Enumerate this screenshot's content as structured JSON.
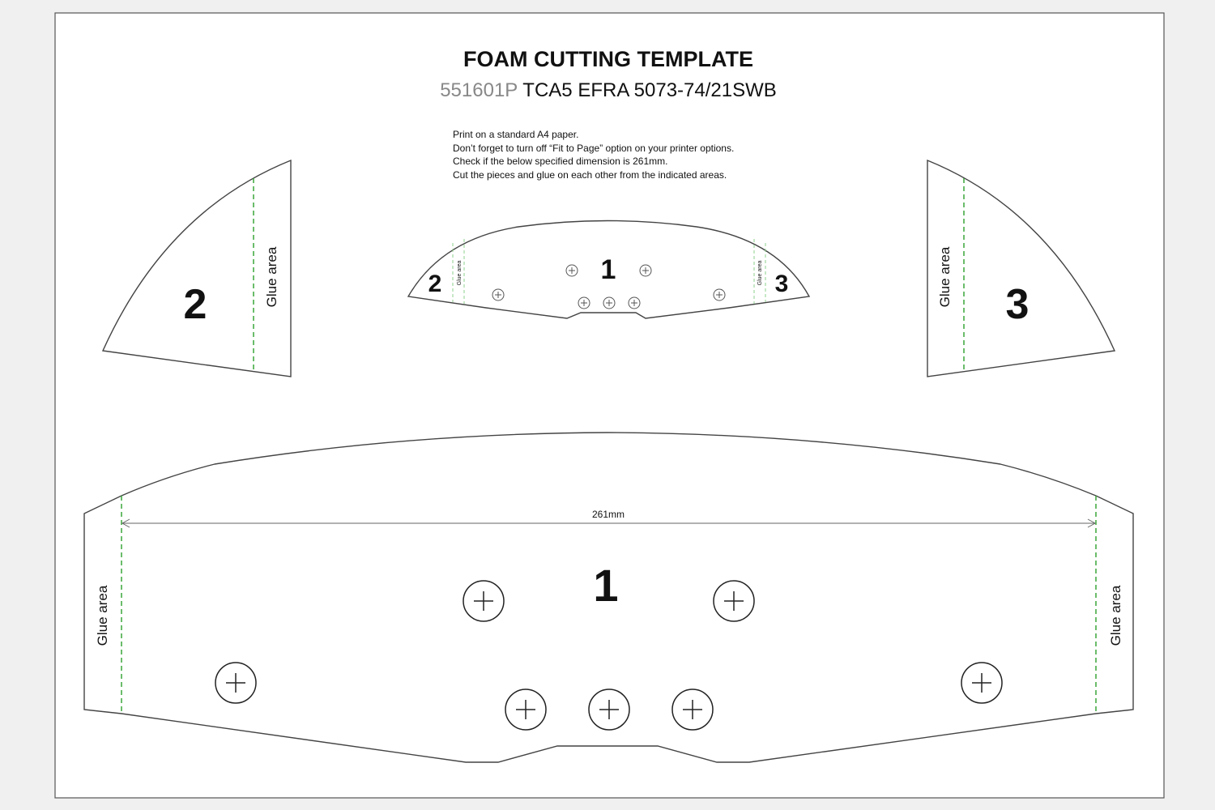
{
  "title": "FOAM CUTTING TEMPLATE",
  "subtitle": {
    "code": "551601P",
    "model": "TCA5 EFRA 5073-74/21SWB"
  },
  "instructions": [
    "Print on a standard A4 paper.",
    "Don’t forget to turn off  “Fit to Page” option on your printer options.",
    "Check if the below specified dimension is 261mm.",
    "Cut the pieces and glue on each other from the indicated areas."
  ],
  "pieces": {
    "one": "1",
    "two": "2",
    "three": "3"
  },
  "glue_label": "Glue area",
  "dimension": "261mm"
}
